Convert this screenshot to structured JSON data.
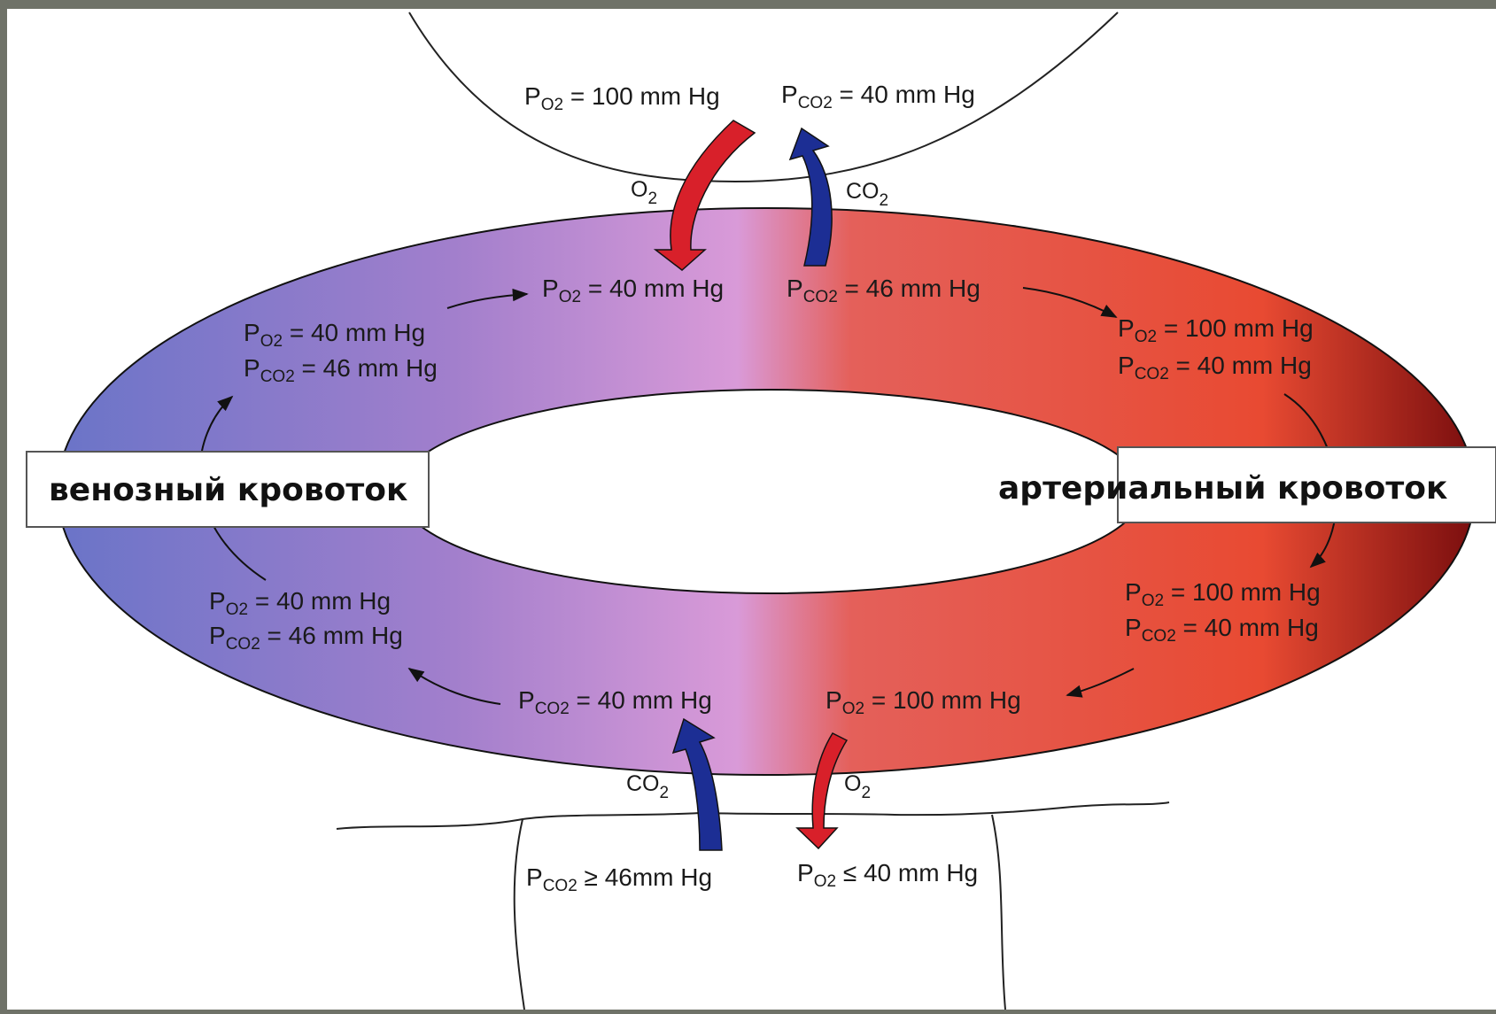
{
  "diagram": {
    "labels": {
      "venous": "венозный кровоток",
      "arterial": "артериальный кровоток"
    },
    "lung": {
      "po2": {
        "sym": "P",
        "sub": "O",
        "sub2": "2",
        "text": " = 100 mm Hg"
      },
      "pco2": {
        "sym": "P",
        "sub": "CO",
        "sub2": "2",
        "text": " = 40 mm Hg"
      }
    },
    "tissue": {
      "pco2": {
        "sym": "P",
        "sub": "CO",
        "sub2": "2",
        "text": " ≥ 46mm Hg"
      },
      "po2": {
        "sym": "P",
        "sub": "O",
        "sub2": "2",
        "text": " ≤ 40 mm Hg"
      }
    },
    "ring": {
      "top_po2": {
        "sym": "P",
        "sub": "O",
        "sub2": "2",
        "text": " = 40 mm Hg"
      },
      "top_pco2": {
        "sym": "P",
        "sub": "CO",
        "sub2": "2",
        "text": " = 46 mm Hg"
      },
      "left_upper_po2": {
        "sym": "P",
        "sub": "O",
        "sub2": "2",
        "text": " = 40 mm Hg"
      },
      "left_upper_pco2": {
        "sym": "P",
        "sub": "CO",
        "sub2": "2",
        "text": " = 46 mm Hg"
      },
      "right_upper_po2": {
        "sym": "P",
        "sub": "O",
        "sub2": "2",
        "text": " = 100 mm Hg"
      },
      "right_upper_pco2": {
        "sym": "P",
        "sub": "CO",
        "sub2": "2",
        "text": " = 40 mm Hg"
      },
      "left_lower_po2": {
        "sym": "P",
        "sub": "O",
        "sub2": "2",
        "text": " = 40 mm Hg"
      },
      "left_lower_pco2": {
        "sym": "P",
        "sub": "CO",
        "sub2": "2",
        "text": " = 46 mm Hg"
      },
      "right_lower_po2": {
        "sym": "P",
        "sub": "O",
        "sub2": "2",
        "text": " = 100 mm Hg"
      },
      "right_lower_pco2": {
        "sym": "P",
        "sub": "CO",
        "sub2": "2",
        "text": " = 40 mm Hg"
      },
      "bottom_pco2": {
        "sym": "P",
        "sub": "CO",
        "sub2": "2",
        "text": " = 40 mm Hg"
      },
      "bottom_po2": {
        "sym": "P",
        "sub": "O",
        "sub2": "2",
        "text": " = 100 mm Hg"
      }
    },
    "gases": {
      "o2_top": {
        "main": "O",
        "sub": "2"
      },
      "co2_top": {
        "main": "CO",
        "sub": "2"
      },
      "co2_bottom": {
        "main": "CO",
        "sub": "2"
      },
      "o2_bottom": {
        "main": "O",
        "sub": "2"
      }
    },
    "colors": {
      "venous": "#6a74c8",
      "mixed": "#d49ad8",
      "arterial": "#e84a32",
      "arterial_dark": "#7a0e0e",
      "o2_arrow": "#d8202a",
      "co2_arrow": "#1c2e94"
    }
  }
}
